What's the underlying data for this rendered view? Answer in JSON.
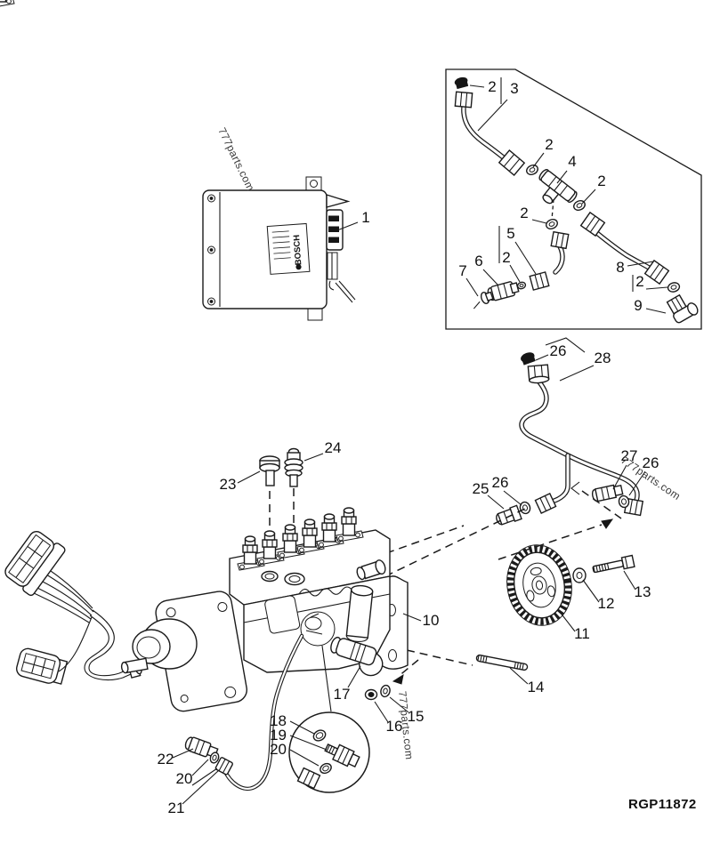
{
  "figure": {
    "code": "RGP11872",
    "watermark": "777parts.com",
    "ecu_brand": "BOSCH"
  },
  "callouts": {
    "c1": "1",
    "c2_box_a": "2",
    "c3": "3",
    "c2_box_b": "2",
    "c4": "4",
    "c2_box_c": "2",
    "c2_box_d": "2",
    "c5": "5",
    "c2_box_e": "2",
    "c6": "6",
    "c7": "7",
    "c8": "8",
    "c2_box_f": "2",
    "c9": "9",
    "c26_top": "26",
    "c28": "28",
    "c25": "25",
    "c26_left": "26",
    "c27": "27",
    "c26_right": "26",
    "c23": "23",
    "c24": "24",
    "c10": "10",
    "c11": "11",
    "c12": "12",
    "c13": "13",
    "c14": "14",
    "c15": "15",
    "c16": "16",
    "c17": "17",
    "c18": "18",
    "c19": "19",
    "c20_detail": "20",
    "c22": "22",
    "c20_bottom": "20",
    "c21": "21"
  }
}
